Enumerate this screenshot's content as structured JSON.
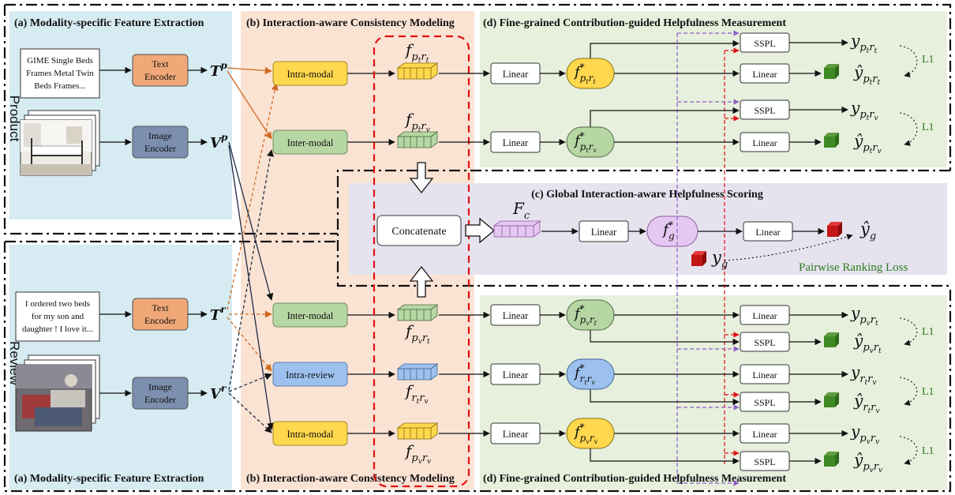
{
  "panels": {
    "a_top": "(a) Modality-specific Feature Extraction",
    "a_bottom": "(a) Modality-specific Feature Extraction",
    "b_top": "(b) Interaction-aware Consistency Modeling",
    "b_bottom": "(b) Interaction-aware Consistency Modeling",
    "c": "(c) Global Interaction-aware Helpfulness Scoring",
    "d_top": "(d) Fine-grained Contribution-guided Helpfulness Measurement",
    "d_bottom": "(d) Fine-grained Contribution-guided Helpfulness Measurement"
  },
  "side_labels": {
    "product": "Product",
    "review": "Review"
  },
  "product_text": [
    "GIME Single Beds",
    "Frames Metal Twin",
    "Beds Frames..."
  ],
  "review_text": [
    "I ordered two beds",
    "for my son and",
    "daughter ! I love it..."
  ],
  "encoders": {
    "text_l1": "Text",
    "image_l1": "Image",
    "l2": "Encoder"
  },
  "enc_out": {
    "tp": "T",
    "tp_sup": "p",
    "vp": "V",
    "vp_sup": "p",
    "tr": "T",
    "tr_sup": "r",
    "vr": "V",
    "vr_sup": "r"
  },
  "modules": {
    "intra_modal": "Intra-modal",
    "inter_modal": "Inter-modal",
    "inter_modal2": "Inter-modal",
    "intra_review": "Intra-review",
    "intra_modal2": "Intra-modal"
  },
  "feat": {
    "ptrt": {
      "base": "f",
      "sub": "p",
      "s1": "t",
      "r": "r",
      "s2": "t"
    },
    "ptrv": {
      "base": "f",
      "sub": "p",
      "s1": "t",
      "r": "r",
      "s2": "v"
    },
    "pvrt": {
      "base": "f",
      "sub": "p",
      "s1": "v",
      "r": "r",
      "s2": "t"
    },
    "rtrv": {
      "base": "f",
      "sub": "r",
      "s1": "t",
      "r": "r",
      "s2": "v"
    },
    "pvrv": {
      "base": "f",
      "sub": "p",
      "s1": "v",
      "r": "r",
      "s2": "v"
    },
    "fc": {
      "base": "F",
      "sub": "c"
    }
  },
  "concat": "Concatenate",
  "linear": "Linear",
  "sspl": "SSPL",
  "star_feats": {
    "ptrt": {
      "base": "f",
      "star": "*",
      "sub": "p",
      "s1": "t",
      "r": "r",
      "s2": "t"
    },
    "ptrv": {
      "base": "f",
      "star": "*",
      "sub": "p",
      "s1": "t",
      "r": "r",
      "s2": "v"
    },
    "g": {
      "base": "f",
      "star": "*",
      "sub": "g"
    },
    "pvrt": {
      "base": "f",
      "star": "*",
      "sub": "p",
      "s1": "v",
      "r": "r",
      "s2": "t"
    },
    "rtrv": {
      "base": "f",
      "star": "*",
      "sub": "r",
      "s1": "t",
      "r": "r",
      "s2": "v"
    },
    "pvrv": {
      "base": "f",
      "star": "*",
      "sub": "p",
      "s1": "v",
      "r": "r",
      "s2": "v"
    }
  },
  "outputs": {
    "y": "y",
    "yhat": "ŷ",
    "g_sub": "g",
    "l1": "L1",
    "pairwise": "Pairwise Ranking Loss"
  },
  "colors": {
    "panel_a": "#d6ebf2",
    "panel_b": "#fbe3d4",
    "panel_c": "#e6e3ef",
    "panel_d": "#e7efdd",
    "text_encoder": "#f0a878",
    "image_encoder": "#7c8fae",
    "yellow": "#ffd84d",
    "green": "#b6d7a3",
    "blue": "#9dc1ee",
    "pink": "#e5c8f2",
    "red_dash": "#e01010",
    "purple_dash": "#8e5fc4",
    "orange_arrow": "#d2691e"
  }
}
